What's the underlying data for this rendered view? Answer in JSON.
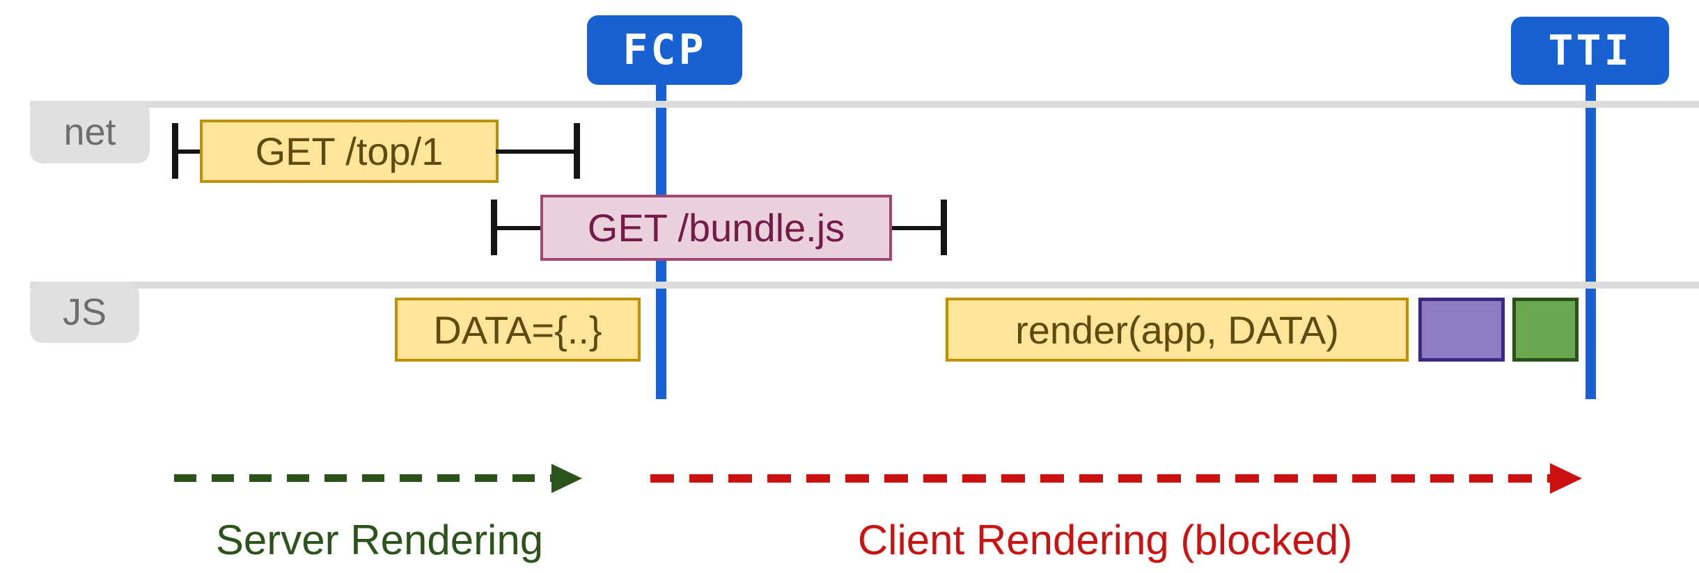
{
  "markers": {
    "fcp": {
      "label": "FCP"
    },
    "tti": {
      "label": "TTI"
    }
  },
  "tracks": {
    "net": {
      "label": "net",
      "requests": [
        {
          "label": "GET /top/1"
        },
        {
          "label": "GET /bundle.js"
        }
      ]
    },
    "js": {
      "label": "JS",
      "tasks": [
        {
          "label": "DATA={..}"
        },
        {
          "label": "render(app, DATA)"
        },
        {
          "label": "",
          "name": "purple-task"
        },
        {
          "label": "",
          "name": "green-task"
        }
      ]
    }
  },
  "phases": {
    "server": {
      "label": "Server Rendering"
    },
    "client": {
      "label": "Client Rendering (blocked)"
    }
  },
  "colors": {
    "marker_blue": "#1761d2",
    "task_yellow_fill": "#ffe599",
    "task_yellow_border": "#bf9000",
    "task_yellow_text": "#5f4b10",
    "request_pink_fill": "#ead1dc",
    "request_pink_border": "#a0476f",
    "request_pink_text": "#741b47",
    "purple_task_fill": "#8e7cc3",
    "purple_task_border": "#3b2a85",
    "green_task_fill": "#6aa84f",
    "green_task_border": "#2a5117",
    "server_green": "#2d531c",
    "client_red": "#cc1111",
    "track_gray": "#dcdcdc",
    "label_gray_bg": "#e0e0e0",
    "label_gray_text": "#6e6e6e",
    "whisker_black": "#141414"
  }
}
